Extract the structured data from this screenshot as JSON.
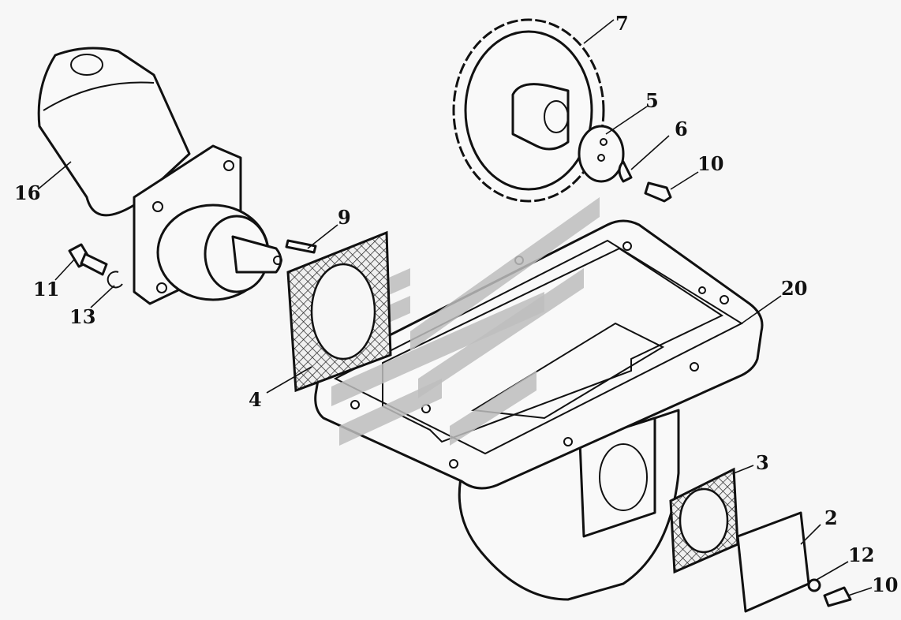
{
  "diagram": {
    "title": "Exploded view: hydraulic motor drive housing assembly",
    "callouts": [
      {
        "id": "c16",
        "text": "16",
        "part": "hydraulic-motor"
      },
      {
        "id": "c11",
        "text": "11",
        "part": "bolt"
      },
      {
        "id": "c13",
        "text": "13",
        "part": "lock-washer"
      },
      {
        "id": "c9",
        "text": "9",
        "part": "key"
      },
      {
        "id": "c4",
        "text": "4",
        "part": "gasket"
      },
      {
        "id": "c7",
        "text": "7",
        "part": "gear"
      },
      {
        "id": "c5",
        "text": "5",
        "part": "retaining-plate"
      },
      {
        "id": "c6",
        "text": "6",
        "part": "lock-plate"
      },
      {
        "id": "c10a",
        "text": "10",
        "part": "bolt"
      },
      {
        "id": "c20",
        "text": "20",
        "part": "housing"
      },
      {
        "id": "c3",
        "text": "3",
        "part": "gasket"
      },
      {
        "id": "c2",
        "text": "2",
        "part": "cover"
      },
      {
        "id": "c12",
        "text": "12",
        "part": "washer"
      },
      {
        "id": "c10b",
        "text": "10",
        "part": "bolt"
      }
    ]
  }
}
